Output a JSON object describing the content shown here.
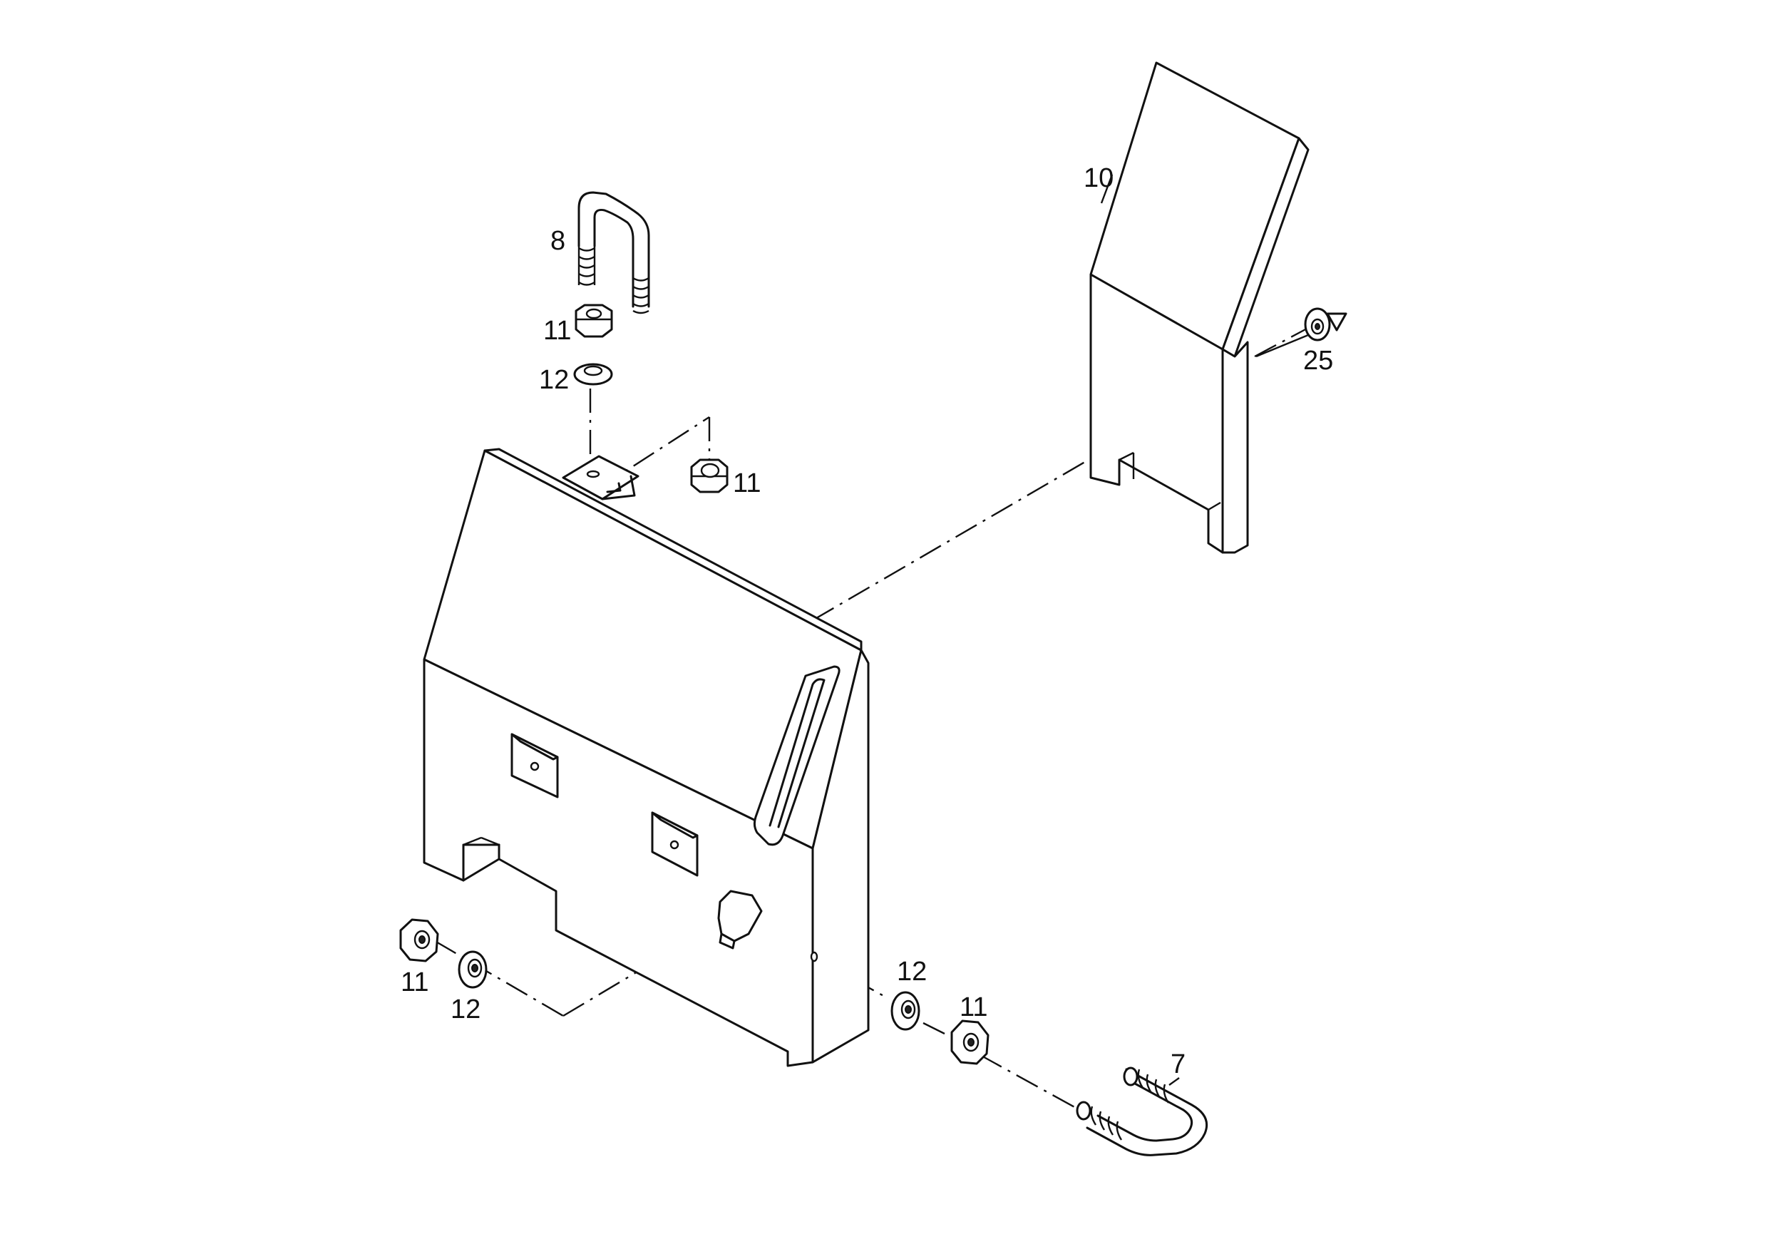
{
  "callouts": {
    "part_10": "10",
    "part_8": "8",
    "part_11_top": "11",
    "part_12_top": "12",
    "part_11_right": "11",
    "part_25": "25",
    "part_11_bottom_left": "11",
    "part_12_bottom_left": "12",
    "part_12_bottom_right": "12",
    "part_11_bottom_right": "11",
    "part_7": "7"
  },
  "colors": {
    "ink": "#111111",
    "paper": "#ffffff"
  }
}
